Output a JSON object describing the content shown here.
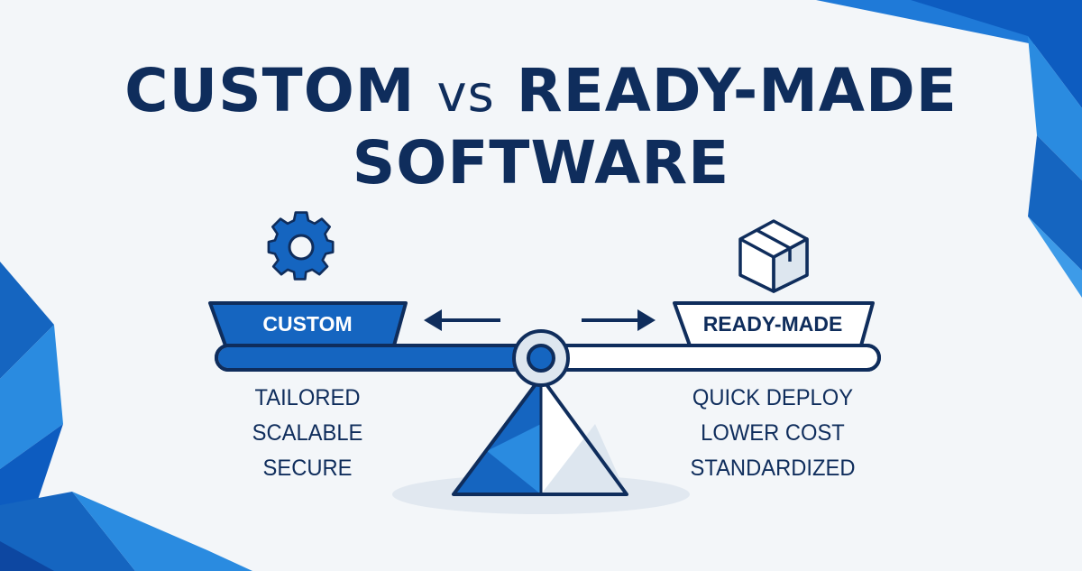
{
  "title": {
    "line1_left": "CUSTOM",
    "line1_vs": "vs",
    "line1_right": "READY-MADE",
    "line2": "SOFTWARE"
  },
  "left": {
    "label": "CUSTOM",
    "icon": "gear-icon",
    "features": [
      "TAILORED",
      "SCALABLE",
      "SECURE"
    ]
  },
  "right": {
    "label": "READY-MADE",
    "icon": "box-icon",
    "features": [
      "QUICK DEPLOY",
      "LOWER COST",
      "STANDARDIZED"
    ]
  },
  "colors": {
    "navy": "#0f2d5c",
    "blue": "#1565c0",
    "light_blue": "#2a8be0",
    "background": "#f3f6f9"
  }
}
